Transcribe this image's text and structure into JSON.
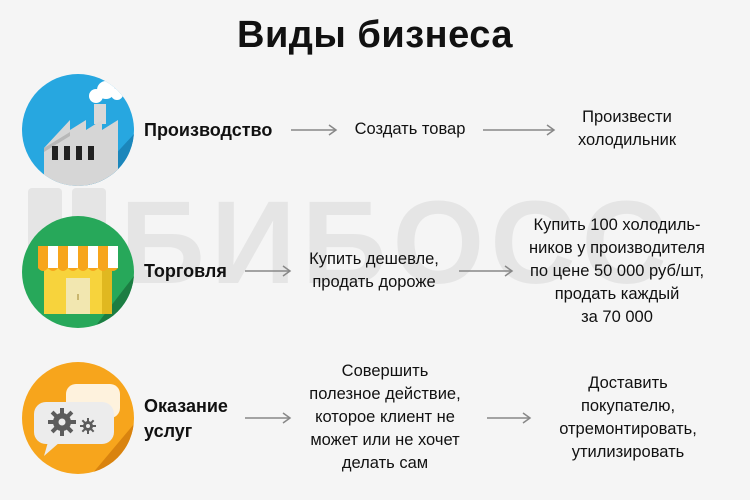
{
  "title": "Виды бизнеса",
  "watermark": "БИБОСС",
  "icons": {
    "production": "factory-icon",
    "trade": "shop-icon",
    "services": "chat-gears-icon"
  },
  "colors": {
    "production_bg": "#27a7e0",
    "trade_bg": "#27a85a",
    "services_bg": "#f7a51c",
    "arrow": "#888888"
  },
  "rows": [
    {
      "label": "Производство",
      "action": "Создать товар",
      "example": "Произвести\nхолодильник"
    },
    {
      "label": "Торговля",
      "action": "Купить дешевле,\nпродать дороже",
      "example": "Купить 100 холодиль-\nников у производителя\nпо цене 50 000 руб/шт,\nпродать каждый\nза 70 000"
    },
    {
      "label": "Оказание\nуслуг",
      "action": "Совершить\nполезное действие,\nкоторое клиент не\nможет или не хочет\nделать сам",
      "example": "Доставить\nпокупателю,\nотремонтировать,\nутилизировать"
    }
  ]
}
